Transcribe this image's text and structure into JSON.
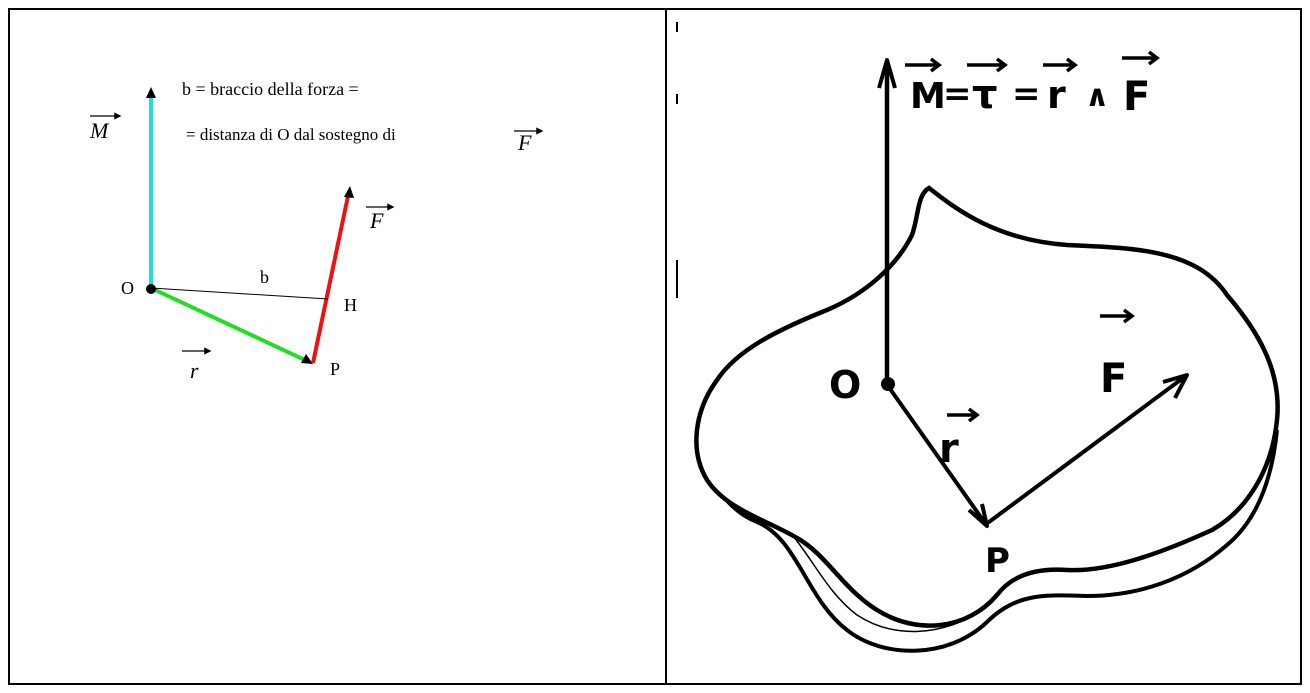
{
  "typed_diagram": {
    "definition_line_1": "b = braccio della forza =",
    "definition_line_2": "= distanza di O dal sostegno di",
    "vector_M": "M",
    "vector_F": "F",
    "vector_F_in_definition": "F",
    "vector_r": "r",
    "point_O": "O",
    "point_H": "H",
    "point_P": "P",
    "arm_label": "b",
    "colors": {
      "moment": "#22dddd",
      "force": "#ee1111",
      "position": "#22dd22",
      "arm": "#000000"
    }
  },
  "sketch": {
    "formula_M": "M",
    "formula_eq1": "=",
    "formula_tau": "τ",
    "formula_eq2": "=",
    "formula_r": "r",
    "formula_wedge": "∧",
    "formula_F": "F",
    "point_O": "O",
    "point_P": "P",
    "vector_r": "r",
    "vector_F": "F"
  }
}
